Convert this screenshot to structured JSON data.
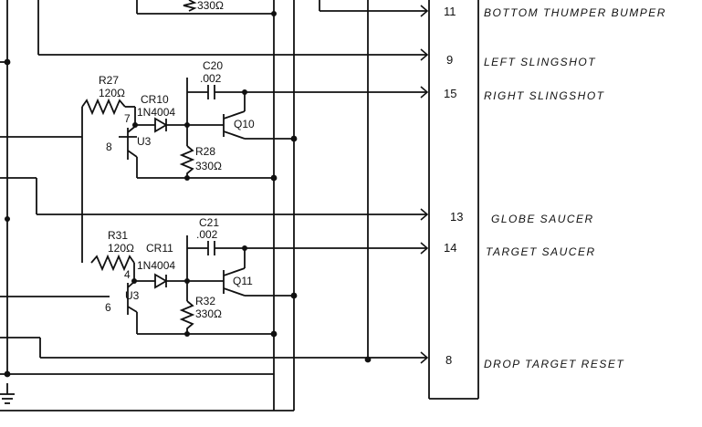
{
  "diagram": {
    "top_resistor_value": "330Ω",
    "outputs": [
      {
        "pin": "11",
        "signal": "BOTTOM THUMPER BUMPER"
      },
      {
        "pin": "9",
        "signal": "LEFT SLINGSHOT"
      },
      {
        "pin": "15",
        "signal": "RIGHT SLINGSHOT"
      },
      {
        "pin": "13",
        "signal": "GLOBE SAUCER"
      },
      {
        "pin": "14",
        "signal": "TARGET SAUCER"
      },
      {
        "pin": "8",
        "signal": "DROP TARGET RESET"
      }
    ],
    "driver_upper": {
      "resistor_in": {
        "ref": "R27",
        "value": "120Ω"
      },
      "diode": {
        "ref": "CR10",
        "part": "1N4004"
      },
      "capacitor": {
        "ref": "C20",
        "value": ".002"
      },
      "resistor_out": {
        "ref": "R28",
        "value": "330Ω"
      },
      "transistor": "Q10",
      "ic": "U3",
      "ic_pins": [
        "7",
        "8"
      ]
    },
    "driver_lower": {
      "resistor_in": {
        "ref": "R31",
        "value": "120Ω"
      },
      "diode": {
        "ref": "CR11",
        "part": "1N4004"
      },
      "capacitor": {
        "ref": "C21",
        "value": ".002"
      },
      "resistor_out": {
        "ref": "R32",
        "value": "330Ω"
      },
      "transistor": "Q11",
      "ic": "U3",
      "ic_pins": [
        "4",
        "6"
      ]
    }
  }
}
